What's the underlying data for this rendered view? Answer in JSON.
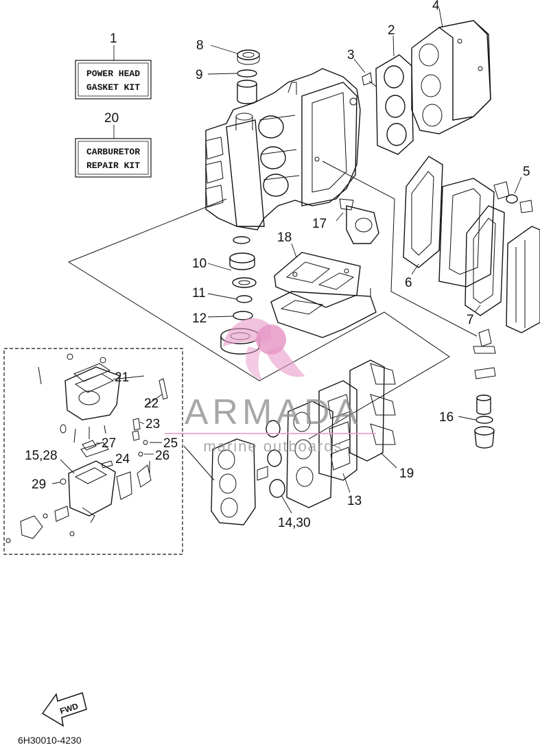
{
  "kits": {
    "power_head": {
      "ref": "1",
      "line1": "POWER HEAD",
      "line2": "GASKET KIT"
    },
    "carburetor": {
      "ref": "20",
      "line1": "CARBURETOR",
      "line2": "REPAIR KIT"
    }
  },
  "callouts": {
    "c2": "2",
    "c3": "3",
    "c4": "4",
    "c5": "5",
    "c6": "6",
    "c7": "7",
    "c8": "8",
    "c9": "9",
    "c10": "10",
    "c11": "11",
    "c12": "12",
    "c13": "13",
    "c14_30": "14,30",
    "c15_28": "15,28",
    "c16": "16",
    "c17": "17",
    "c18": "18",
    "c19": "19",
    "c21": "21",
    "c22": "22",
    "c23": "23",
    "c24": "24",
    "c25": "25",
    "c26": "26",
    "c27": "27",
    "c29": "29"
  },
  "watermark": {
    "brand": "ARMADA",
    "tagline": "marine outboards",
    "color": "#e79ac8"
  },
  "direction": {
    "label": "FWD"
  },
  "drawing_code": "6H30010-4230"
}
